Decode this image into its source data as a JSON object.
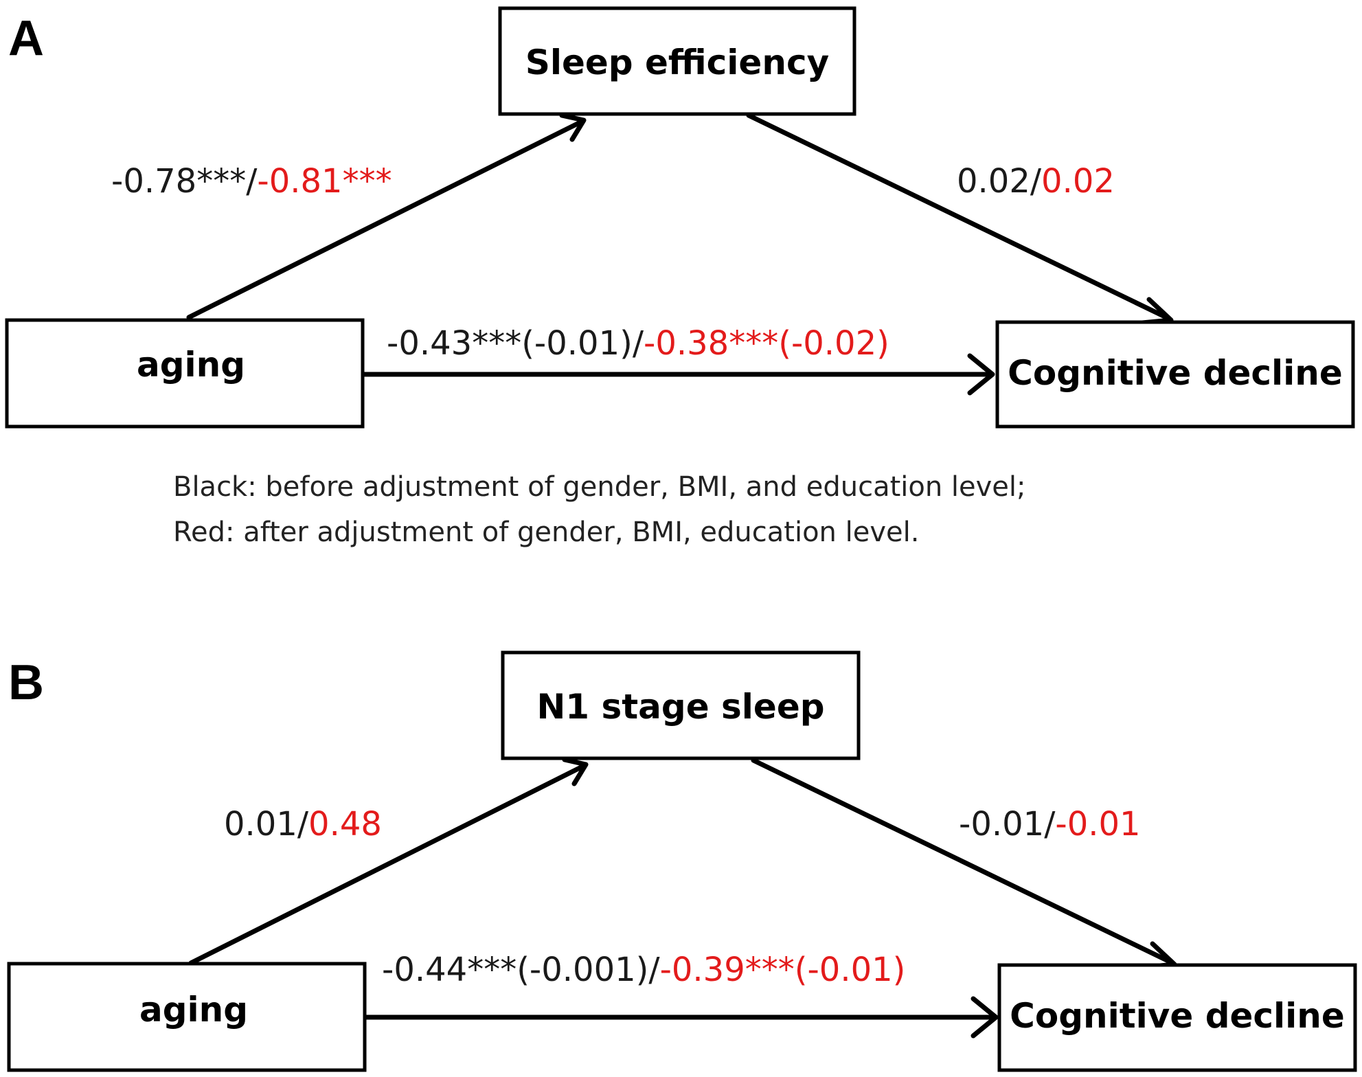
{
  "colors": {
    "before": "#1a1a1a",
    "after": "#e31b1b",
    "line": "#000000"
  },
  "panels": [
    {
      "letter": "A",
      "mediator": "Sleep efficiency",
      "predictor": "aging",
      "outcome": "Cognitive decline",
      "path_a": {
        "before": "-0.78***",
        "sep": "/",
        "after": "-0.81***"
      },
      "path_b": {
        "before": "0.02",
        "sep": "/",
        "after": "0.02"
      },
      "path_c": {
        "before": "-0.43***(-0.01)",
        "sep": "/",
        "after": "-0.38***(-0.02)"
      }
    },
    {
      "letter": "B",
      "mediator": "N1 stage sleep",
      "predictor": "aging",
      "outcome": "Cognitive decline",
      "path_a": {
        "before": "0.01",
        "sep": "/",
        "after": "0.48"
      },
      "path_b": {
        "before": "-0.01",
        "sep": "/",
        "after": "-0.01"
      },
      "path_c": {
        "before": "-0.44***(-0.001)",
        "sep": "/",
        "after": "-0.39***(-0.01)"
      }
    }
  ],
  "note": {
    "line1": "Black: before adjustment of gender, BMI, and education level;",
    "line2": "Red: after adjustment of gender, BMI, education level."
  }
}
